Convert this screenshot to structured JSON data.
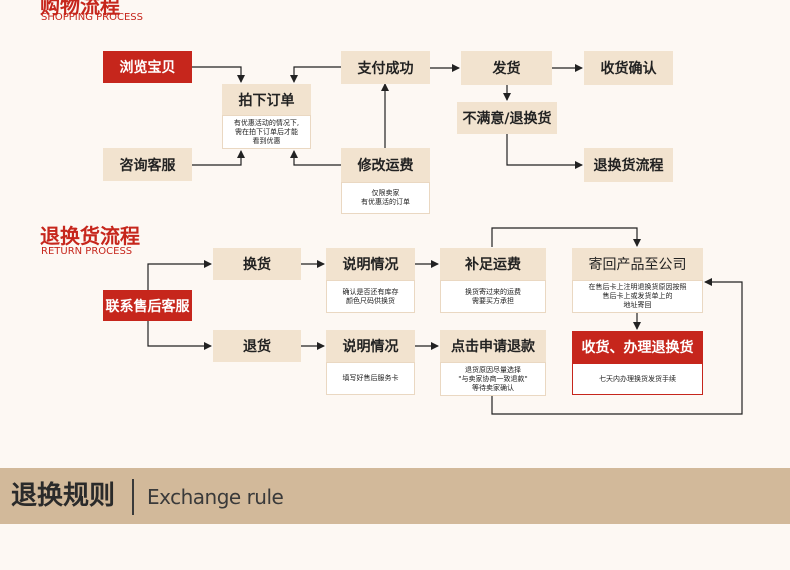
{
  "shopping": {
    "title": "购物流程",
    "subtitle": "SHOPPING PROCESS",
    "browse": "浏览宝贝",
    "consult": "咨询客服",
    "order": "拍下订单",
    "order_note": "有优惠活动的情况下,\n需在拍下订单后才能\n看到优惠",
    "pay": "支付成功",
    "modify": "修改运费",
    "modify_note": "仅限卖家\n有优惠活的订单",
    "ship": "发货",
    "confirm": "收货确认",
    "unhappy": "不满意/退换货",
    "return_flow": "退换货流程"
  },
  "returns": {
    "title": "退换货流程",
    "subtitle": "RETURN PROCESS",
    "contact": "联系售后客服",
    "exchange": "换货",
    "refund": "退货",
    "explain1": "说明情况",
    "explain1_note": "确认是否还有库存\n颜色尺码供换货",
    "explain2": "说明情况",
    "explain2_note": "填写好售后服务卡",
    "freight": "补足运费",
    "freight_note": "换货寄过来的运费\n需要买方承担",
    "apply": "点击申请退款",
    "apply_note": "退货原因尽量选择\n\"与卖家协商一致退款\"\n等待卖家确认",
    "send_back": "寄回产品至公司",
    "send_back_note": "在售后卡上注明退换货原因按照\n售后卡上或发货单上的\n地址寄回",
    "receive": "收货、办理退换货",
    "receive_note": "七天内办理换货发货手续"
  },
  "rules_bar": {
    "title": "退换规则",
    "subtitle": "Exchange rule"
  },
  "colors": {
    "accent_red": "#c6261c",
    "box_beige": "#f2e3cf",
    "bar_tan": "#d2b99a",
    "background": "#fdf8f3"
  }
}
